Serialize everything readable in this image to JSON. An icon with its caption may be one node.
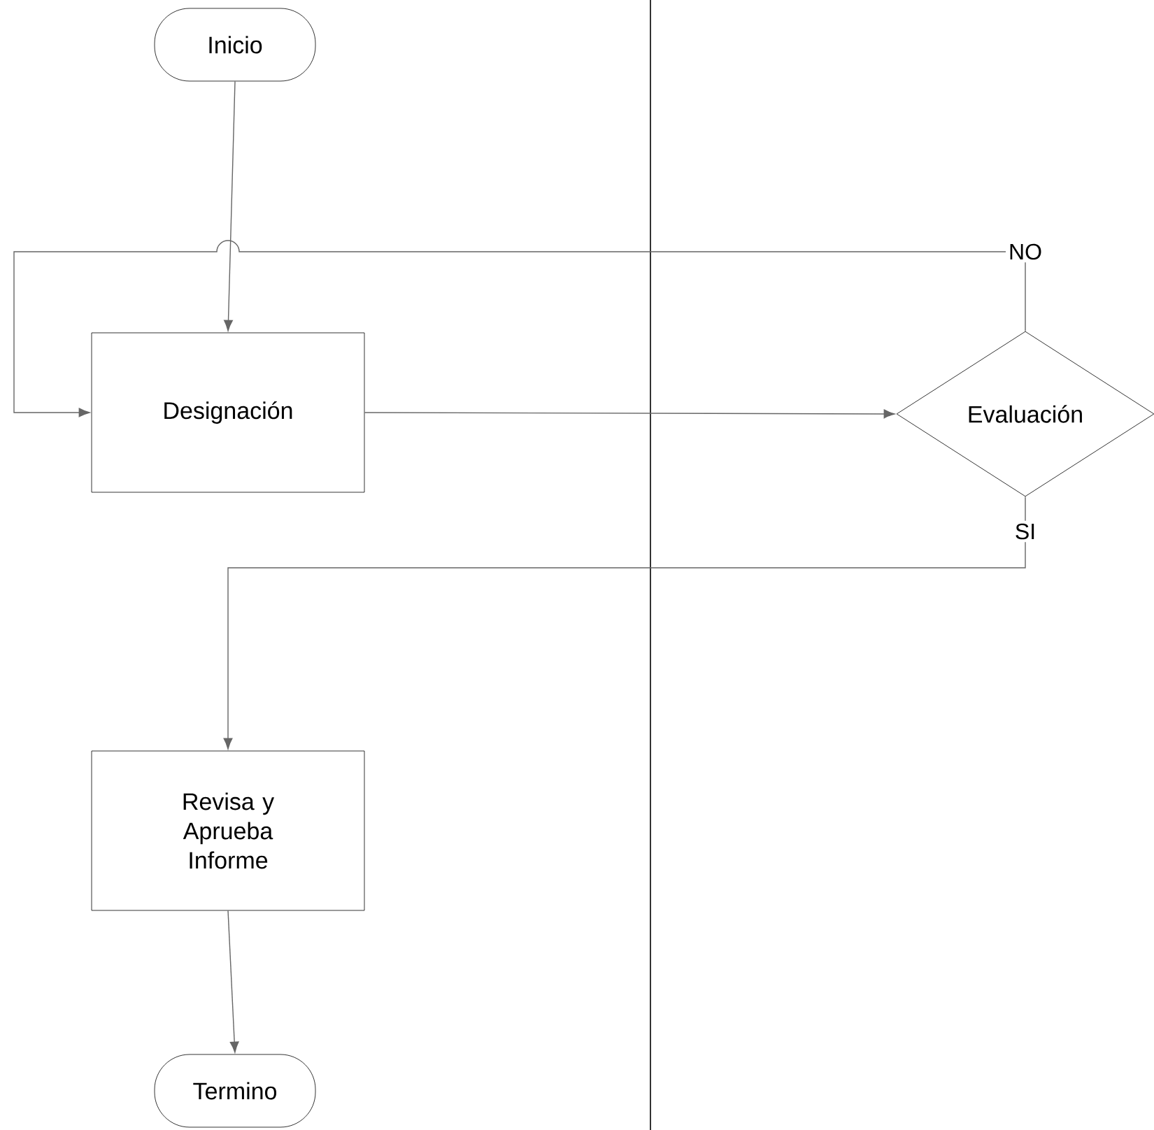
{
  "diagram": {
    "nodes": [
      {
        "text": [
          "Inicio"
        ]
      },
      {
        "text": [
          "Designación"
        ]
      },
      {
        "text": [
          "Evaluación"
        ]
      },
      {
        "text": [
          "Revisa y Aprueba Informe"
        ]
      },
      {
        "text": [
          "Termino"
        ]
      }
    ],
    "edges": [
      {
        "from": 0,
        "to": 1,
        "arrow": "to"
      },
      {
        "from": 1,
        "to": 2,
        "arrow": "to"
      },
      {
        "from": 2,
        "to": 1,
        "arrow": "to",
        "label": "NO"
      },
      {
        "from": 2,
        "to": 3,
        "arrow": "to",
        "label": "SI"
      },
      {
        "from": 3,
        "to": 4,
        "arrow": "to"
      }
    ]
  }
}
